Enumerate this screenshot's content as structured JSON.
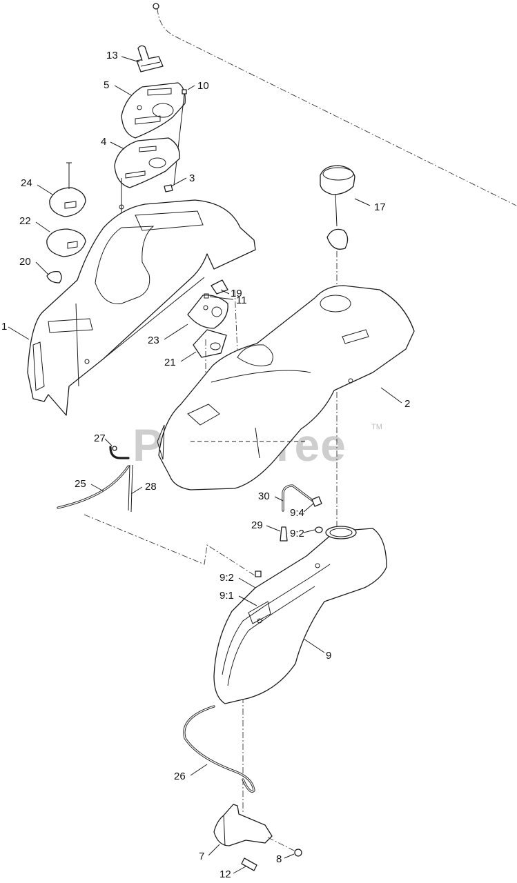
{
  "watermark": {
    "text": "PartsTree",
    "trademark": "TM"
  },
  "callouts": {
    "c1": "1",
    "c2": "2",
    "c3": "3",
    "c4": "4",
    "c5": "5",
    "c7": "7",
    "c8": "8",
    "c9": "9",
    "c10": "10",
    "c11": "11",
    "c12": "12",
    "c13": "13",
    "c17": "17",
    "c19": "19",
    "c20": "20",
    "c21": "21",
    "c22": "22",
    "c23": "23",
    "c24": "24",
    "c25": "25",
    "c26": "26",
    "c27": "27",
    "c28": "28",
    "c29": "29",
    "c30": "30",
    "c9_1": "9:1",
    "c9_2a": "9:2",
    "c9_2b": "9:2",
    "c9_4": "9:4"
  }
}
